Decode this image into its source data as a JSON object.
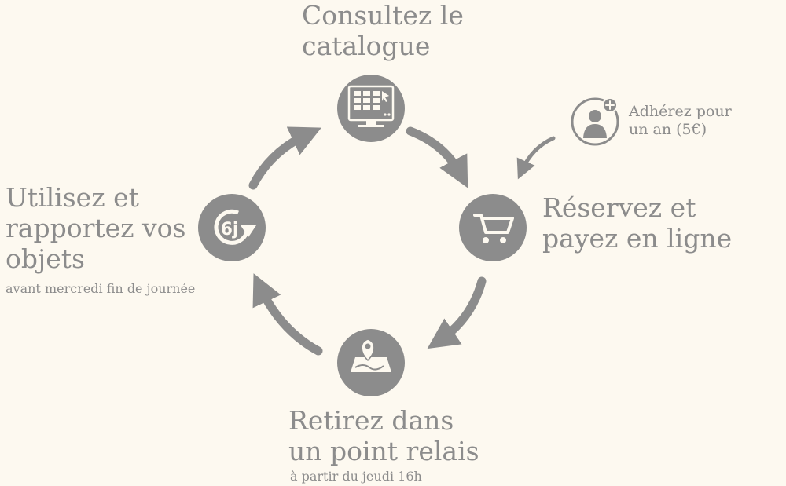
{
  "steps": {
    "catalogue": {
      "lines": [
        "Consultez le",
        "catalogue"
      ]
    },
    "reserve": {
      "lines": [
        "Réservez et",
        "payez en ligne"
      ]
    },
    "retirez": {
      "lines": [
        "Retirez dans",
        "un point relais"
      ],
      "sub": "à partir du jeudi 16h"
    },
    "utilisez": {
      "lines": [
        "Utilisez et",
        "rapportez vos",
        "objets"
      ],
      "sub": "avant mercredi fin de journée"
    }
  },
  "membership": {
    "lines": [
      "Adhérez pour",
      "un an (5€)"
    ]
  },
  "duration_badge": "6j",
  "icons": {
    "catalogue": "monitor-catalogue-icon",
    "reserve": "shopping-cart-icon",
    "retirez": "map-pin-icon",
    "utilisez": "six-day-return-icon",
    "membership": "user-add-icon"
  },
  "colors": {
    "background": "#fdf9f0",
    "icon": "#8c8c8c",
    "text": "#8c8c8c"
  }
}
